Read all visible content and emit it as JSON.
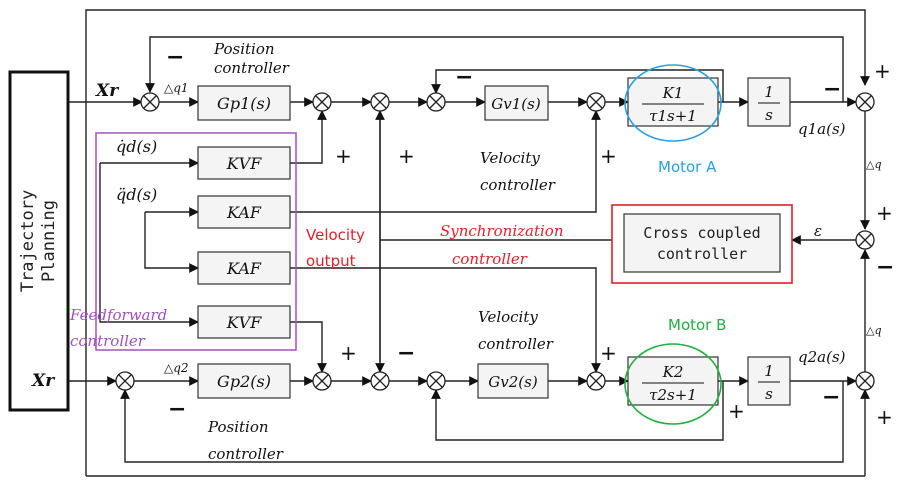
{
  "blocks": {
    "trajectory": "Trajectory\nPlanning",
    "gp1": "Gp1(s)",
    "gp2": "Gp2(s)",
    "gv1": "Gv1(s)",
    "gv2": "Gv2(s)",
    "kvf_top": "KVF",
    "kaf_top": "KAF",
    "kaf_bottom": "KAF",
    "kvf_bottom": "KVF",
    "motor_a_num": "K1",
    "motor_a_den": "τ1s+1",
    "motor_b_num": "K2",
    "motor_b_den": "τ2s+1",
    "integrator_num": "1",
    "integrator_den": "s",
    "cross_coupled": "Cross coupled\ncontroller"
  },
  "signals": {
    "xr_top": "Xr",
    "xr_bottom": "Xr",
    "dq1": "△q1",
    "dq2": "△q2",
    "qd_dot": "q̇d(s)",
    "qd_ddot": "q̈d(s)",
    "q1a": "q1a(s)",
    "q2a": "q2a(s)",
    "epsilon": "ε",
    "dq_right_top": "△q",
    "dq_right_bottom": "△q"
  },
  "labels": {
    "position_controller_top": "Position\ncontroller",
    "position_controller_bottom": "Position\ncontroller",
    "velocity_controller_top": "Velocity\ncontroller",
    "velocity_controller_bottom": "Velocity\ncontroller",
    "velocity_output": "Velocity\noutput",
    "synchronization_controller": "Synchronization\ncontroller",
    "feedforward_controller": "Feedforward\ncontroller",
    "motor_a": "Motor A",
    "motor_b": "Motor B"
  },
  "signs": {
    "plus": "+",
    "minus": "−"
  },
  "colors": {
    "red": "#e0202a",
    "blue": "#2aa0e0",
    "green": "#22b040",
    "purple": "#a050c0"
  }
}
